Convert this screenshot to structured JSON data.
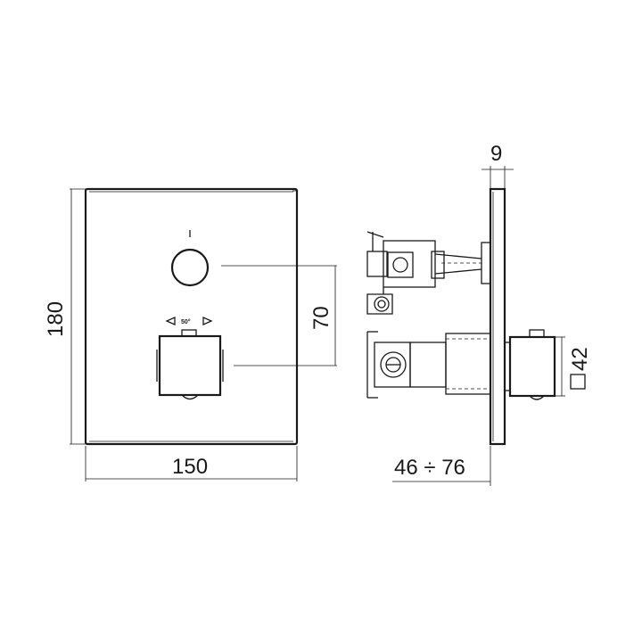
{
  "front_view": {
    "width_dim": "150",
    "height_dim": "180",
    "axis_dim": "70",
    "rotation_label": "50°",
    "indicator_label": "I"
  },
  "side_view": {
    "depth_dim": "46 ÷ 76",
    "plate_dim": "9",
    "handle_dim": "42"
  }
}
